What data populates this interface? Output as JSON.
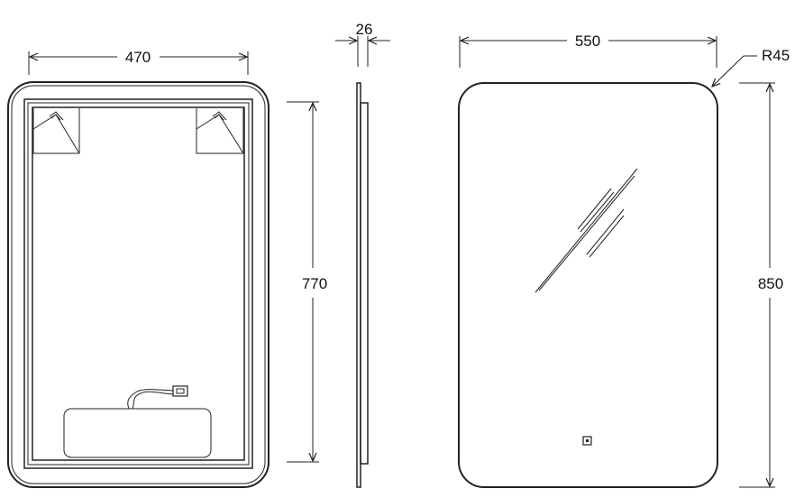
{
  "dimensions": {
    "back_width": "470",
    "back_height": "770",
    "depth": "26",
    "front_width": "550",
    "front_height": "850",
    "corner_radius": "R45"
  },
  "colors": {
    "line": "#222222",
    "text": "#111111",
    "background": "#ffffff"
  }
}
